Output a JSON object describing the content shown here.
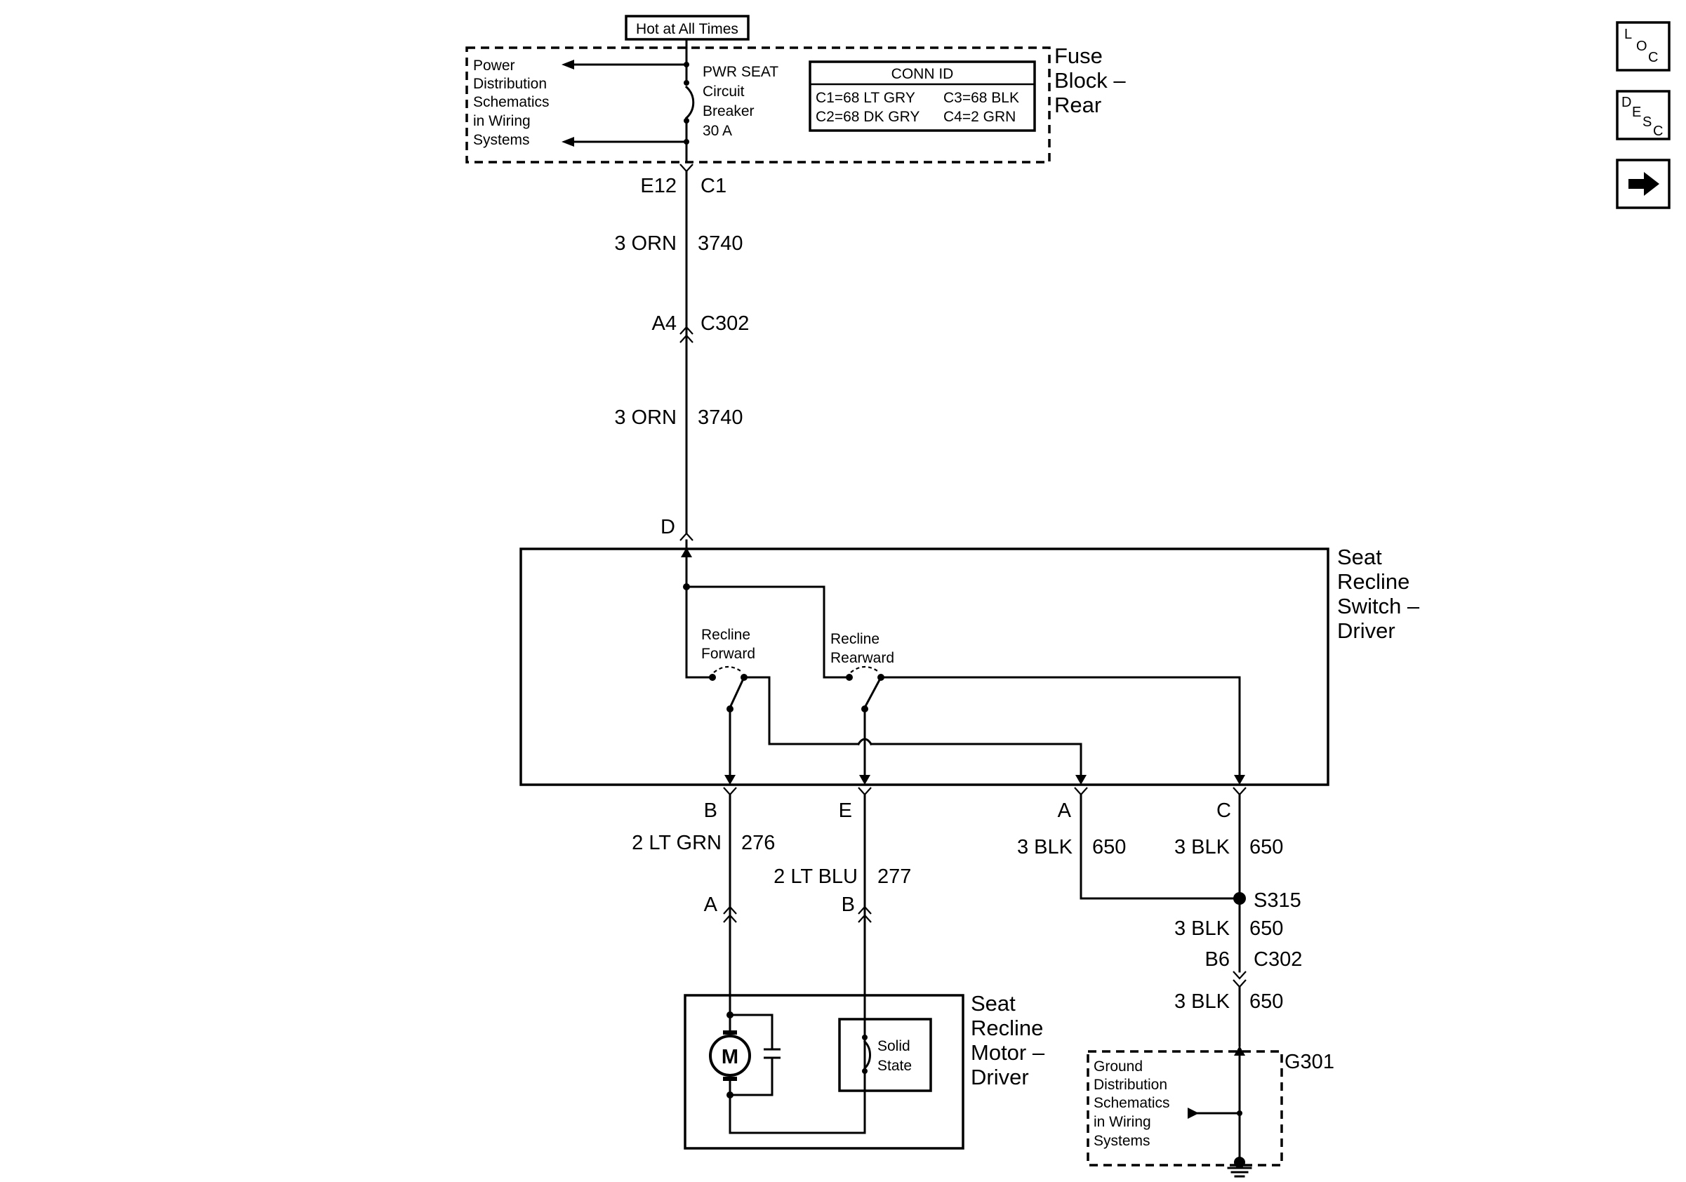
{
  "hot_label": "Hot at All Times",
  "power_dist_lines": [
    "Power",
    "Distribution",
    "Schematics",
    "in Wiring",
    "Systems"
  ],
  "breaker_lines": [
    "PWR SEAT",
    "Circuit",
    "Breaker",
    "30 A"
  ],
  "conn_id": {
    "title": "CONN ID",
    "c1": "C1=68 LT GRY",
    "c2": "C2=68 DK GRY",
    "c3": "C3=68 BLK",
    "c4": "C4=2 GRN"
  },
  "fuse_block_lines": [
    "Fuse",
    "Block –",
    "Rear"
  ],
  "main_feed": {
    "term_e12": "E12",
    "term_c1": "C1",
    "wire1_color": "3 ORN",
    "wire1_num": "3740",
    "term_a4": "A4",
    "conn_c302": "C302",
    "wire2_color": "3 ORN",
    "wire2_num": "3740",
    "term_d": "D"
  },
  "switch": {
    "name_lines": [
      "Seat",
      "Recline",
      "Switch –",
      "Driver"
    ],
    "fwd_lines": [
      "Recline",
      "Forward"
    ],
    "rwd_lines": [
      "Recline",
      "Rearward"
    ],
    "pin_b": "B",
    "pin_e": "E",
    "pin_a": "A",
    "pin_c": "C"
  },
  "wires": {
    "b_color": "2 LT GRN",
    "b_num": "276",
    "e_color": "2 LT BLU",
    "e_num": "277",
    "a_color": "3 BLK",
    "a_num": "650",
    "c_color": "3 BLK",
    "c_num": "650"
  },
  "motor_terms": {
    "a": "A",
    "b": "B"
  },
  "ground": {
    "splice": "S315",
    "w1_color": "3 BLK",
    "w1_num": "650",
    "term_b6": "B6",
    "conn_c302": "C302",
    "w2_color": "3 BLK",
    "w2_num": "650",
    "g301": "G301",
    "dist_lines": [
      "Ground",
      "Distribution",
      "Schematics",
      "in Wiring",
      "Systems"
    ]
  },
  "motor": {
    "name_lines": [
      "Seat",
      "Recline",
      "Motor –",
      "Driver"
    ],
    "symbol": "M",
    "solid_state_lines": [
      "Solid",
      "State"
    ]
  },
  "nav": {
    "loc_letters": [
      "L",
      "O",
      "C"
    ],
    "desc_letters": [
      "D",
      "E",
      "S",
      "C"
    ],
    "next_icon": "right-arrow-icon"
  }
}
